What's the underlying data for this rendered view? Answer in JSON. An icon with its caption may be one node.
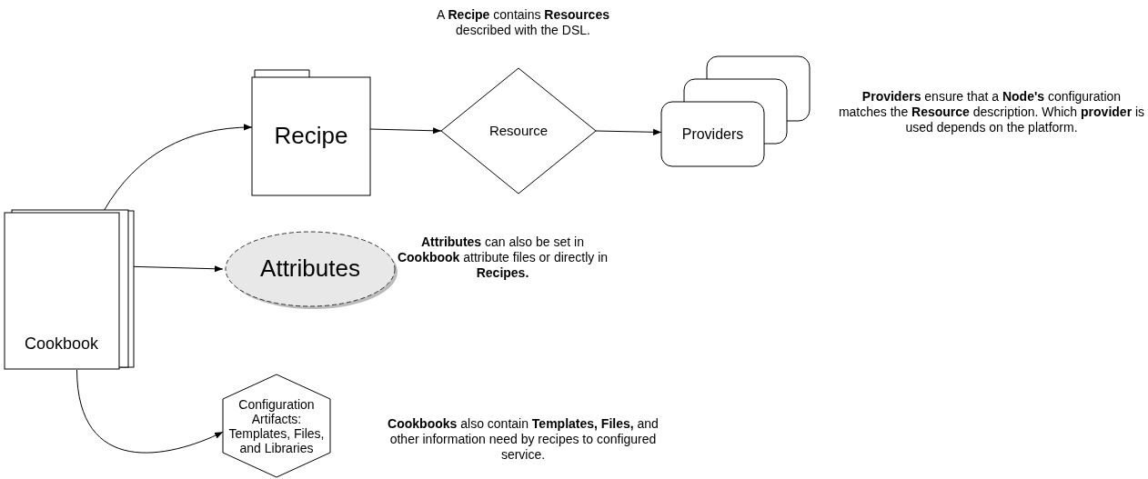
{
  "diagram": {
    "nodes": [
      {
        "text": [
          "Cookbook"
        ]
      },
      {
        "text": [
          "Recipe"
        ]
      },
      {
        "text": [
          "Resource"
        ]
      },
      {
        "text": [
          "Providers"
        ]
      },
      {
        "text": [
          "Attributes"
        ]
      },
      {
        "text": [
          "Configuration Artifacts: Templates, Files, and Libraries"
        ]
      }
    ],
    "edges": [
      {
        "from": 0,
        "to": 1,
        "arrow": "to"
      },
      {
        "from": 1,
        "to": 2,
        "arrow": "to"
      },
      {
        "from": 2,
        "to": 3,
        "arrow": "to"
      },
      {
        "from": 0,
        "to": 4,
        "arrow": "to"
      },
      {
        "from": 0,
        "to": 5,
        "arrow": "to"
      }
    ],
    "labels": [
      "A **Recipe** contains **Resources** described with the DSL.",
      "**Providers** ensure that a **Node's** configuration matches the **Resource** description. Which **provider** is used depends on the platform.",
      "**Attributes** can also be set in **Cookbook** attribute files or directly in **Recipes.**",
      "**Cookbooks** also contain **Templates, Files,** and other information need by recipes to configured service."
    ]
  }
}
